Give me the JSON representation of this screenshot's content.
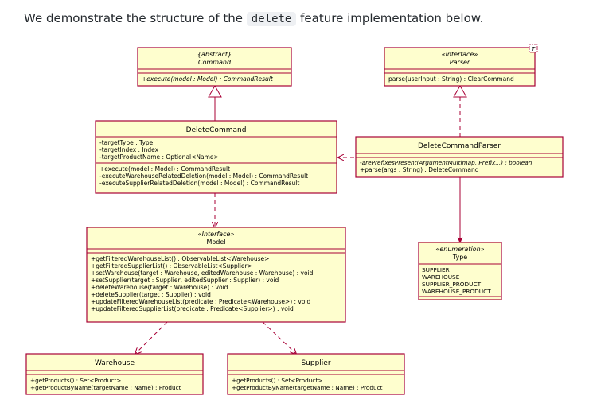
{
  "intro": {
    "before": "We demonstrate the structure of the",
    "code": "delete",
    "after": "feature implementation below."
  },
  "colors": {
    "box_fill": "#FEFECE",
    "box_border": "#A80036",
    "arrow": "#A80036"
  },
  "classes": {
    "command": {
      "stereotype": "{abstract}",
      "name": "Command",
      "methods": [
        "+execute(model : Model) : CommandResult"
      ]
    },
    "parser": {
      "stereotype": "«interface»",
      "name": "Parser",
      "badge": "T",
      "methods": [
        "parse(userInput : String) : ClearCommand"
      ]
    },
    "delete_command": {
      "name": "DeleteCommand",
      "fields": [
        "-targetType : Type",
        "-targetIndex : Index",
        "-targetProductName : Optional<Name>"
      ],
      "methods": [
        "+execute(model : Model) : CommandResult",
        "-executeWarehouseRelatedDeletion(model : Model) : CommandResult",
        "-executeSupplierRelatedDeletion(model : Model) : CommandResult"
      ]
    },
    "delete_command_parser": {
      "name": "DeleteCommandParser",
      "methods": [
        "-arePrefixesPresent(ArgumentMultimap, Prefix...) : boolean",
        "+parse(args : String) : DeleteCommand"
      ]
    },
    "model": {
      "stereotype": "«Interface»",
      "name": "Model",
      "methods": [
        "+getFilteredWarehouseList() : ObservableList<Warehouse>",
        "+getFilteredSupplierList() : ObservableList<Supplier>",
        "+setWarehouse(target : Warehouse, editedWarehouse : Warehouse) : void",
        "+setSupplier(target : Supplier, editedSupplier : Supplier) : void",
        "+deleteWarehouse(target : Warehouse) : void",
        "+deleteSupplier(target : Supplier) : void",
        "+updateFilteredWarehouseList(predicate : Predicate<Warehouse>) : void",
        "+updateFilteredSupplierList(predicate : Predicate<Supplier>) : void"
      ]
    },
    "type": {
      "stereotype": "«enumeration»",
      "name": "Type",
      "values": [
        "SUPPLIER",
        "WAREHOUSE",
        "SUPPLIER_PRODUCT",
        "WAREHOUSE_PRODUCT"
      ]
    },
    "warehouse": {
      "name": "Warehouse",
      "methods": [
        "+getProducts() : Set<Product>",
        "+getProductByName(targetName : Name) : Product"
      ]
    },
    "supplier": {
      "name": "Supplier",
      "methods": [
        "+getProducts() : Set<Product>",
        "+getProductByName(targetName : Name) : Product"
      ]
    }
  }
}
